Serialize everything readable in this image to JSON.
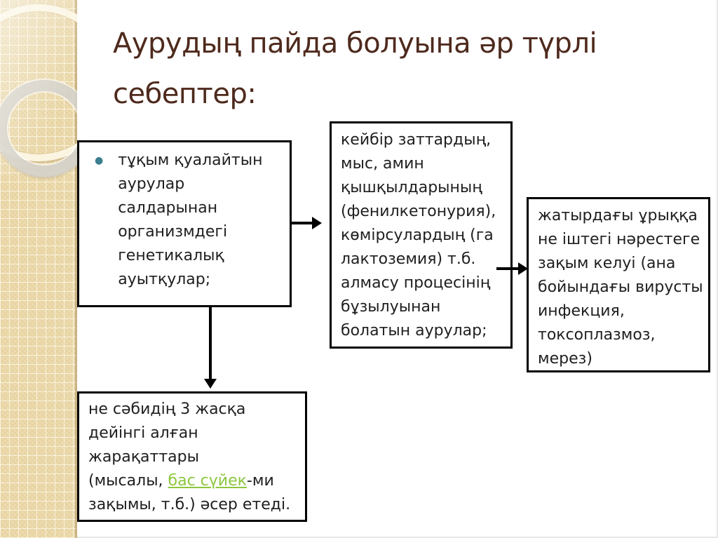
{
  "title": {
    "line1": "Аурудың пайда болуына әр түрлі",
    "line2": "себептер:"
  },
  "diagram": {
    "box_hereditary": {
      "bullet_icon": "●",
      "text": "тұқым қуалайтын\nаурулар\nсалдарынан\nорганизмдегі\nгенетикалық\nауытқулар;"
    },
    "box_metabolic": {
      "text": "кейбір заттардың,\nмыс, амин\nқышқылдарының\n(фенилкетонурия),\nкөмірсулардың (га\nлактоземия) т.б.\nалмасу процесінің\nбұзылуынан\nболатын аурулар;"
    },
    "box_prenatal": {
      "text": "жатырдағы ұрыққа\nне іштегі нәрестеге\nзақым келуі (ана\nбойындағы вирусты\nинфекция,\nтоксоплазмоз,\nмерез)"
    },
    "box_trauma": {
      "text_before": "не сәбидің 3 жасқа\nдейінгі алған\nжарақаттары\n(мысалы, ",
      "link_text": "бас сүйек",
      "text_after": "-ми\nзақымы, т.б.) әсер етеді."
    }
  },
  "colors": {
    "title_text": "#4E2A1D",
    "body_text": "#1F1F1F",
    "bullet": "#3B7E8F",
    "link": "#8DC63F",
    "box_border": "#000000",
    "box_background": "#FFFFFF",
    "sidebar_base": "#EAD8A8",
    "sidebar_grid_line": "#FFFBEE",
    "ring_large": "#FBF5E4",
    "ring_small": "#D5D1CA"
  }
}
